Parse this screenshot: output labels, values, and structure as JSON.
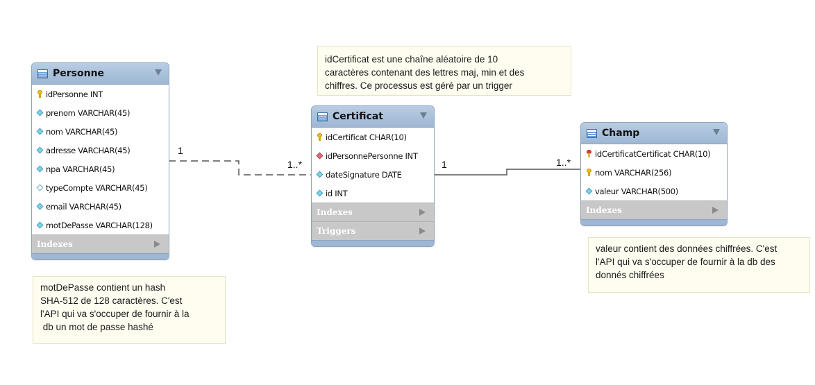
{
  "tables": {
    "personne": {
      "title": "Personne",
      "columns": [
        {
          "icon": "primary-key",
          "text": "idPersonne INT"
        },
        {
          "icon": "column",
          "text": "prenom VARCHAR(45)"
        },
        {
          "icon": "column",
          "text": "nom VARCHAR(45)"
        },
        {
          "icon": "column",
          "text": "adresse VARCHAR(45)"
        },
        {
          "icon": "column",
          "text": "npa VARCHAR(45)"
        },
        {
          "icon": "nullable-column",
          "text": "typeCompte VARCHAR(45)"
        },
        {
          "icon": "column",
          "text": "email VARCHAR(45)"
        },
        {
          "icon": "column",
          "text": "motDePasse VARCHAR(128)"
        }
      ],
      "sections": [
        "Indexes"
      ]
    },
    "certificat": {
      "title": "Certificat",
      "columns": [
        {
          "icon": "primary-key",
          "text": "idCertificat CHAR(10)"
        },
        {
          "icon": "foreign-key",
          "text": "idPersonnePersonne INT"
        },
        {
          "icon": "column",
          "text": "dateSignature DATE"
        },
        {
          "icon": "column",
          "text": "id INT"
        }
      ],
      "sections": [
        "Indexes",
        "Triggers"
      ]
    },
    "champ": {
      "title": "Champ",
      "columns": [
        {
          "icon": "foreign-primary-key",
          "text": "idCertificatCertificat CHAR(10)"
        },
        {
          "icon": "primary-key",
          "text": "nom VARCHAR(256)"
        },
        {
          "icon": "column",
          "text": "valeur VARCHAR(500)"
        }
      ],
      "sections": [
        "Indexes"
      ]
    }
  },
  "relationships": {
    "personne_certificat": {
      "from_card": "1",
      "to_card": "1..*",
      "style": "dashed"
    },
    "certificat_champ": {
      "from_card": "1",
      "to_card": "1..*",
      "style": "solid"
    }
  },
  "notes": {
    "certificat": "idCertificat est une chaîne aléatoire de 10\ncaractères contenant des lettres maj, min et des\nchiffres. Ce processus est géré par un trigger",
    "champ": "valeur contient des données chiffrées. C'est\nl'API qui va s'occuper de fournir à la db des\ndonnés chiffrées",
    "personne": "motDePasse contient un hash\nSHA-512 de 128 caractères. C'est\nl'API qui va s'occuper de fournir à la\n db un mot de passe hashé"
  },
  "colors": {
    "header": "#9db7d4",
    "section": "#c8c8c8",
    "note_bg": "#fffdf0"
  }
}
